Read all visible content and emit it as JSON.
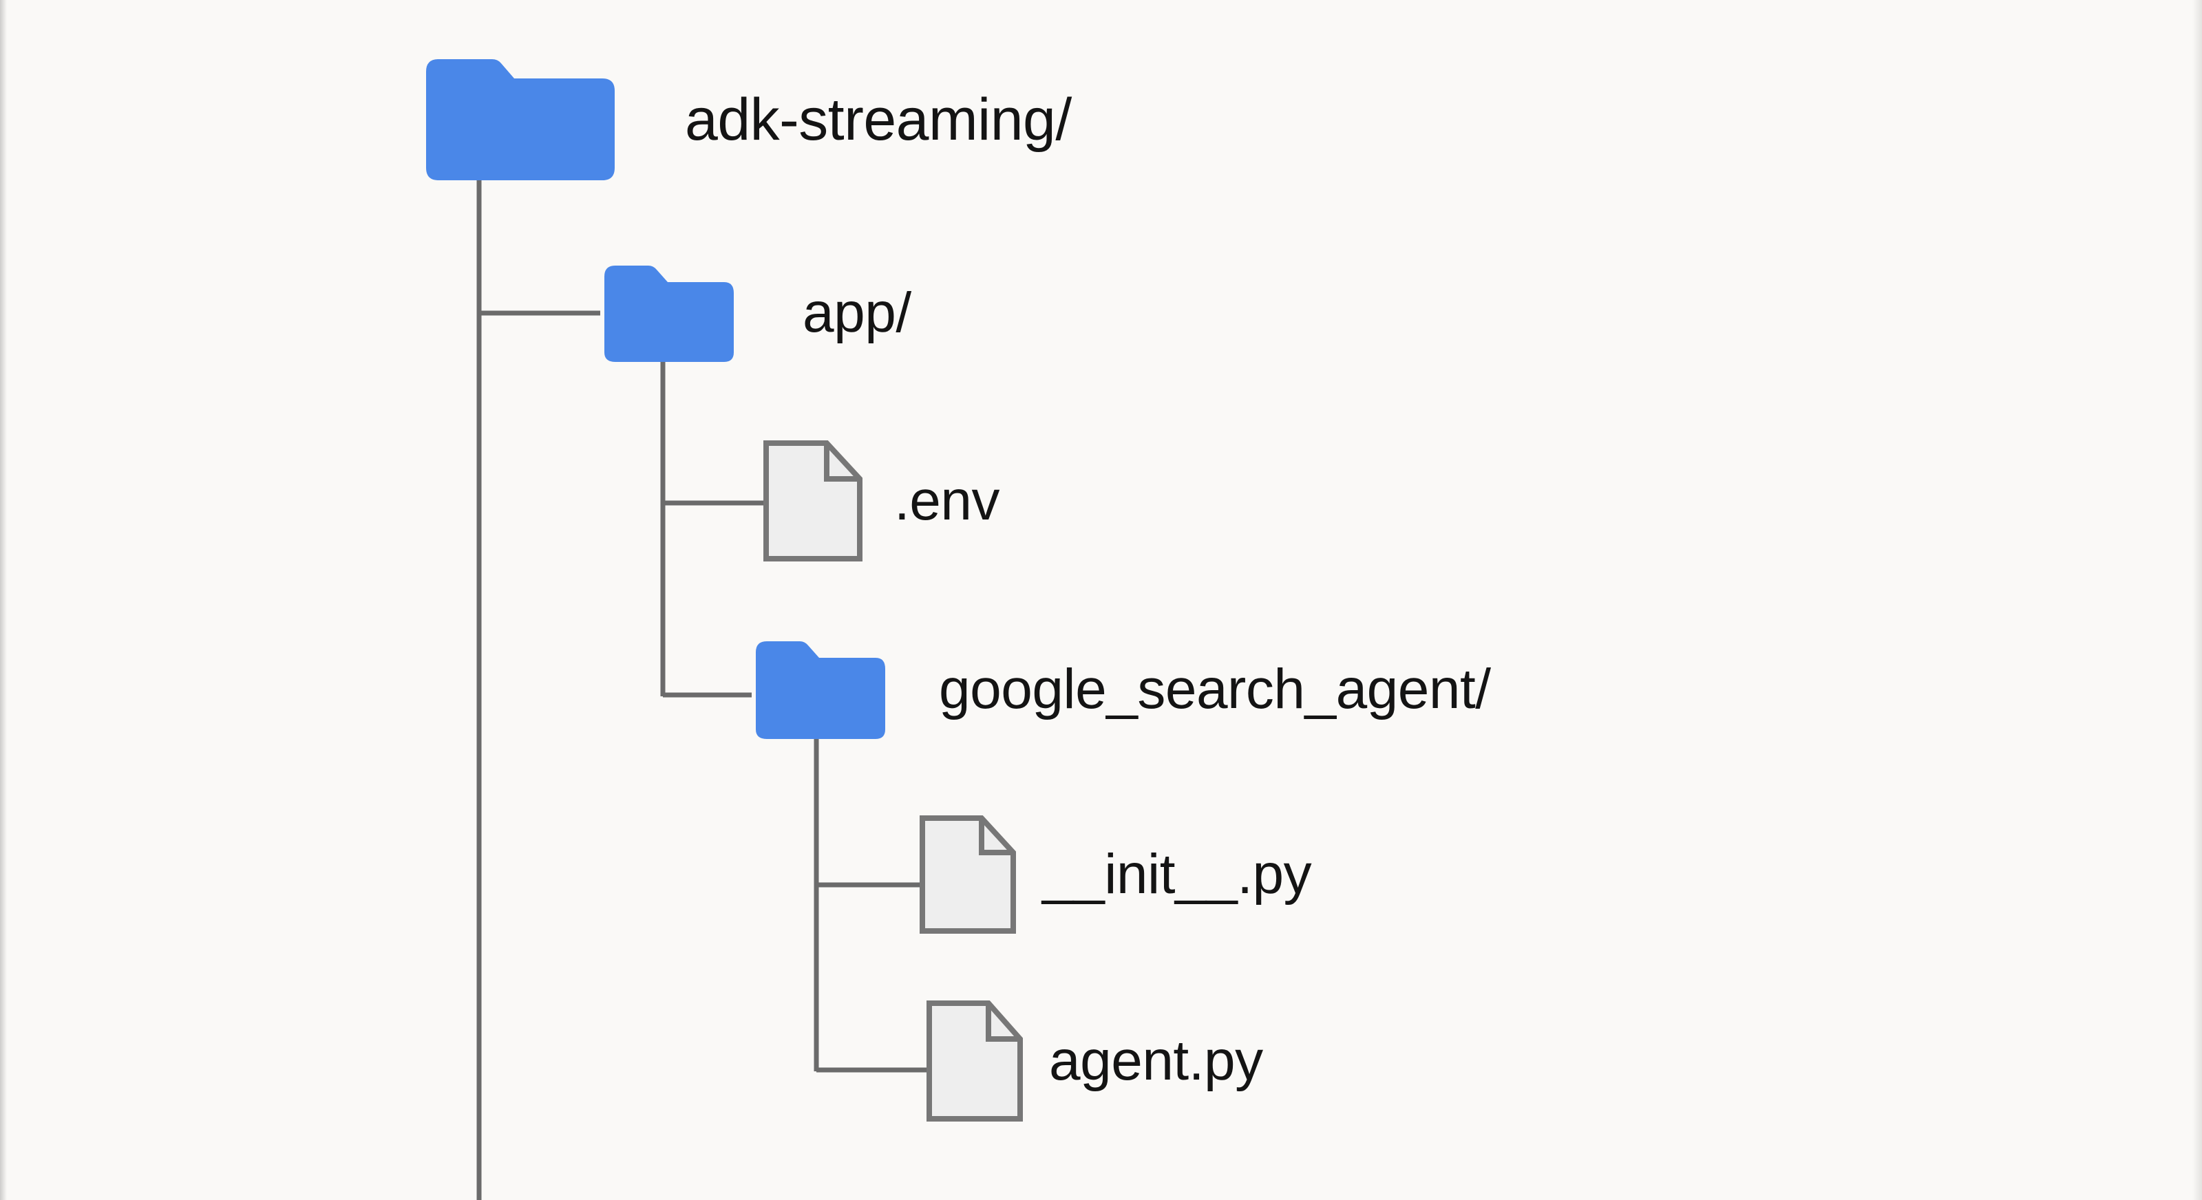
{
  "diagram": {
    "type": "file-tree",
    "title": "adk-streaming project structure",
    "background_color": "#faf9f7",
    "folder_color": "#4a87e8",
    "file_fill_color": "#eeeeee",
    "file_stroke_color": "#777777",
    "line_color": "#6b6b6b",
    "text_color": "#141414"
  },
  "tree": {
    "root": {
      "label": "adk-streaming/",
      "icon": "folder-icon",
      "type": "folder",
      "depth": 0
    },
    "nodes": [
      {
        "label": "app/",
        "icon": "folder-icon",
        "type": "folder",
        "depth": 1
      },
      {
        "label": ".env",
        "icon": "file-icon",
        "type": "file",
        "depth": 2
      },
      {
        "label": "google_search_agent/",
        "icon": "folder-icon",
        "type": "folder",
        "depth": 2
      },
      {
        "label": "__init__.py",
        "icon": "file-icon",
        "type": "file",
        "depth": 3
      },
      {
        "label": "agent.py",
        "icon": "file-icon",
        "type": "file",
        "depth": 3
      }
    ]
  }
}
